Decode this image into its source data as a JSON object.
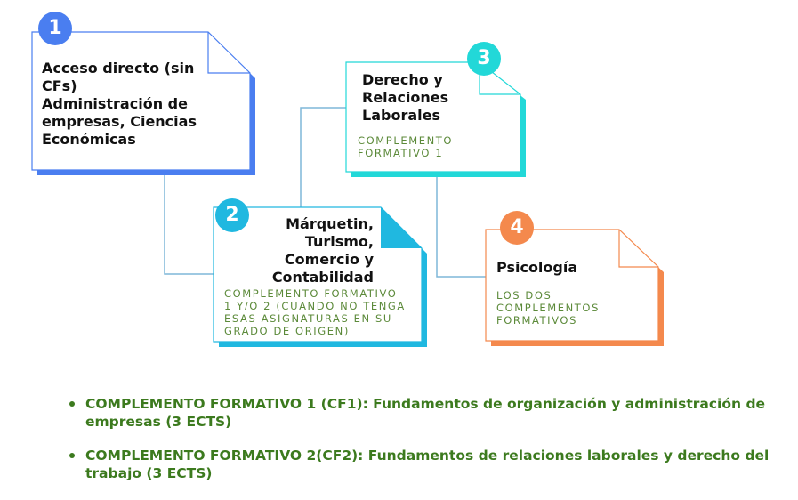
{
  "colors": {
    "blue": "#4a7ef0",
    "cyan": "#20b8e0",
    "teal": "#22d8d8",
    "orange": "#f4894d",
    "connector": "#7fb7d8",
    "bullet_text": "#3c7a1e"
  },
  "nodes": [
    {
      "number": "1",
      "title_lines": [
        "Acceso directo (sin",
        "CFs)",
        "Administración de",
        "empresas, Ciencias",
        "Económicas"
      ],
      "subtitle_lines": []
    },
    {
      "number": "2",
      "title_lines": [
        "Márquetin,",
        "Turismo,",
        "Comercio y",
        "Contabilidad"
      ],
      "subtitle_lines": [
        "COMPLEMENTO FORMATIVO",
        "1 Y/O 2 (CUANDO NO TENGA",
        "ESAS ASIGNATURAS EN SU",
        "GRADO DE ORIGEN)"
      ]
    },
    {
      "number": "3",
      "title_lines": [
        "Derecho y",
        "Relaciones",
        "Laborales"
      ],
      "subtitle_lines": [
        "COMPLEMENTO",
        "FORMATIVO 1"
      ]
    },
    {
      "number": "4",
      "title_lines": [
        "Psicología"
      ],
      "subtitle_lines": [
        "LOS DOS",
        "COMPLEMENTOS",
        "FORMATIVOS"
      ]
    }
  ],
  "bullets": [
    "COMPLEMENTO FORMATIVO 1 (CF1): Fundamentos de organización y administración de empresas (3 ECTS)",
    "COMPLEMENTO FORMATIVO 2(CF2): Fundamentos de relaciones laborales y derecho del trabajo (3 ECTS)"
  ]
}
